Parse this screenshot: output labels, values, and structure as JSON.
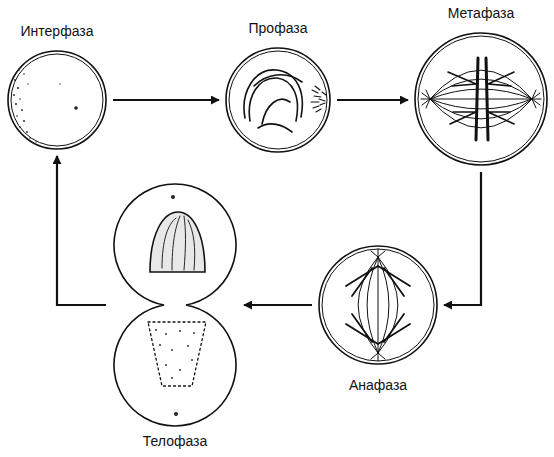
{
  "diagram": {
    "nodes": [
      {
        "text": [
          "Интерфаза"
        ]
      },
      {
        "text": [
          "Профаза"
        ]
      },
      {
        "text": [
          "Метафаза"
        ]
      },
      {
        "text": [
          "Анафаза"
        ]
      },
      {
        "text": [
          "Телофаза"
        ]
      }
    ],
    "edges": [
      {
        "from": 0,
        "to": 1,
        "arrow": "to"
      },
      {
        "from": 1,
        "to": 2,
        "arrow": "to"
      },
      {
        "from": 2,
        "to": 3,
        "arrow": "to"
      },
      {
        "from": 3,
        "to": 4,
        "arrow": "to"
      },
      {
        "from": 4,
        "to": 0,
        "arrow": "to"
      }
    ]
  }
}
